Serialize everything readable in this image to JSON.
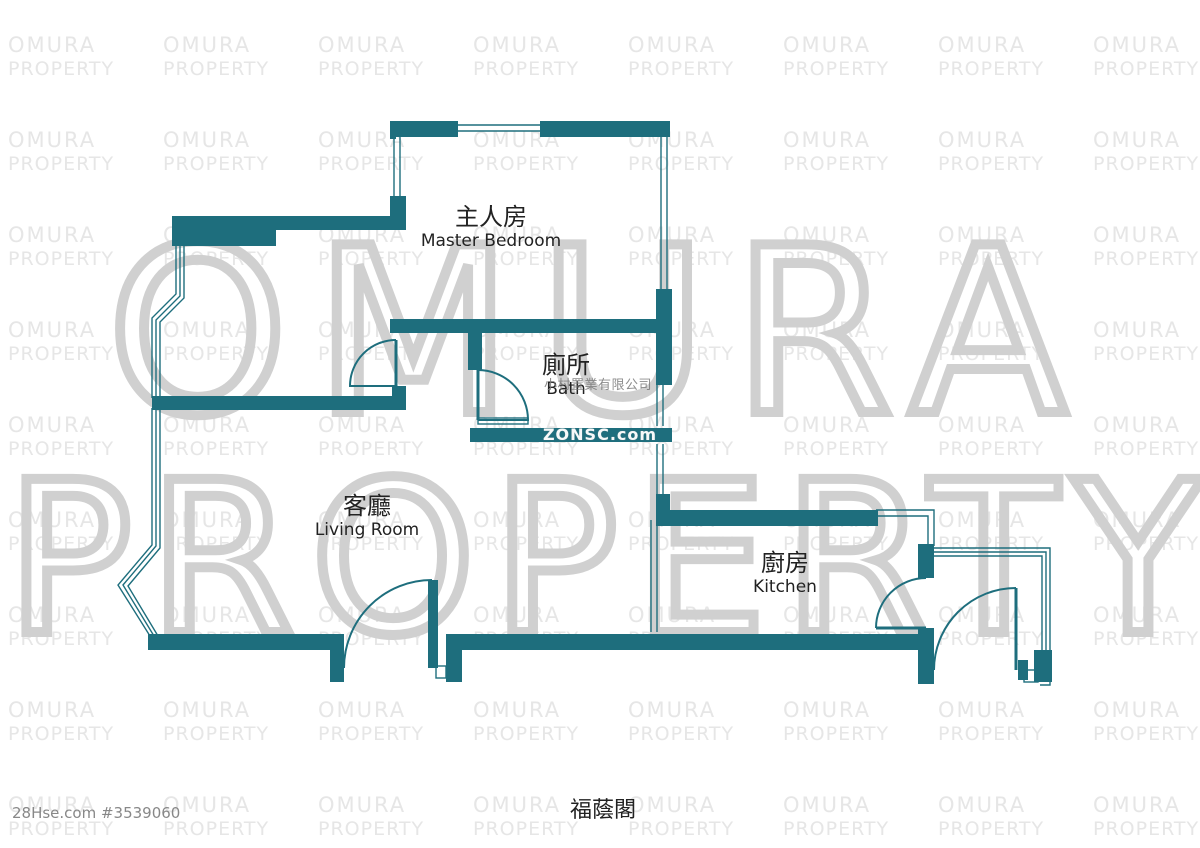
{
  "watermark": {
    "large_line1": "OMURA",
    "large_line2": "PROPERTY",
    "small_line1": "OMURA",
    "small_line2": "PROPERTY",
    "color_large": "#d0d0d0",
    "color_small": "#e6e6e6"
  },
  "rooms": {
    "master_bedroom": {
      "zh": "主人房",
      "en": "Master Bedroom"
    },
    "bath": {
      "zh": "廁所",
      "en": "Bath"
    },
    "living_room": {
      "zh": "客廳",
      "en": "Living Room"
    },
    "kitchen": {
      "zh": "廚房",
      "en": "Kitchen"
    }
  },
  "overlay": {
    "agency": "小村置業有限公司",
    "site": "ZONSC.com"
  },
  "footer": {
    "building_name": "福蔭閣",
    "listing_id": "28Hse.com #3539060"
  },
  "colors": {
    "wall": "#1e6e7d",
    "window_line": "#1e6e7d"
  }
}
